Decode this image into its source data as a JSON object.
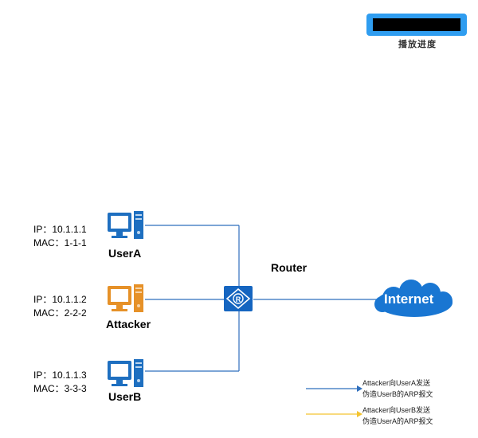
{
  "progress": {
    "label": "播放进度",
    "fill": 1.0,
    "frame_color": "#2f9df0",
    "bar_color": "#000000"
  },
  "hosts": [
    {
      "id": "usera",
      "name": "UserA",
      "ip": "IP：10.1.1.1",
      "mac": "MAC：1-1-1",
      "color": "#1e6fc0",
      "icon": "desktop-computer-icon"
    },
    {
      "id": "attacker",
      "name": "Attacker",
      "ip": "IP：10.1.1.2",
      "mac": "MAC：2-2-2",
      "color": "#e69128",
      "icon": "desktop-computer-icon"
    },
    {
      "id": "userb",
      "name": "UserB",
      "ip": "IP：10.1.1.3",
      "mac": "MAC：3-3-3",
      "color": "#1e6fc0",
      "icon": "desktop-computer-icon"
    }
  ],
  "router": {
    "name": "Router",
    "icon": "router-icon",
    "color": "#1565c0"
  },
  "cloud": {
    "label": "Internet",
    "icon": "cloud-icon",
    "color": "#1976d2"
  },
  "link_color": "#2f6fbd",
  "legend": [
    {
      "line1": "Attacker向UserA发送",
      "line2": "伪造UserB的ARP报文",
      "color": "#2f6fbd"
    },
    {
      "line1": "Attacker向UserB发送",
      "line2": "伪造UserA的ARP报文",
      "color": "#f4c430"
    }
  ]
}
